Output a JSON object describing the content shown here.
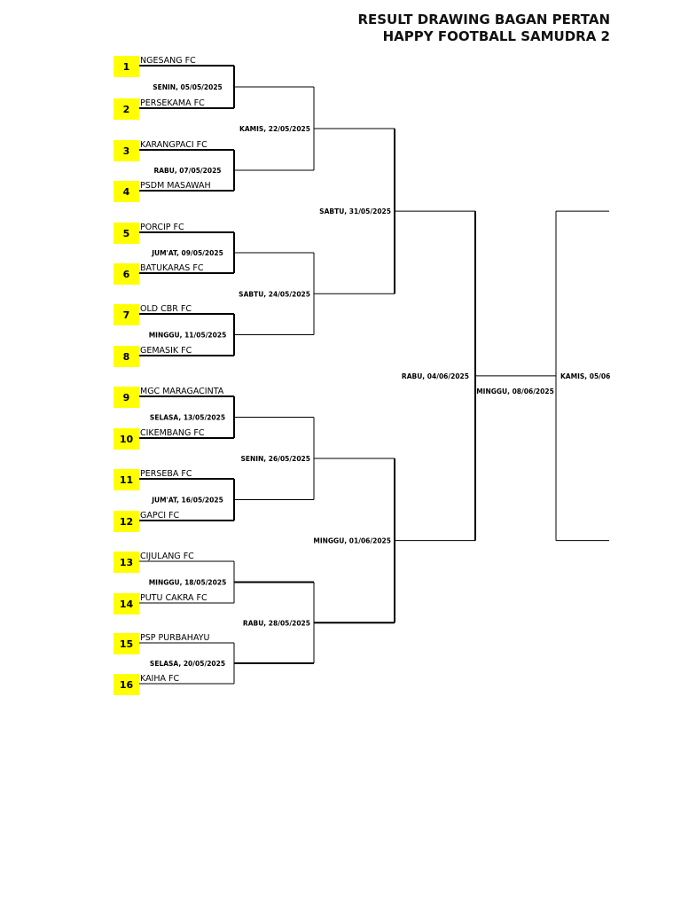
{
  "title": {
    "line1": "RESULT DRAWING BAGAN PERTAN",
    "line2": "HAPPY FOOTBALL SAMUDRA 2"
  },
  "colors": {
    "seed_highlight": "#ffff00",
    "lines": "#000000"
  },
  "teams": [
    {
      "seed": "1",
      "name": "NGESANG FC"
    },
    {
      "seed": "2",
      "name": "PERSEKAMA FC"
    },
    {
      "seed": "3",
      "name": "KARANGPACI FC"
    },
    {
      "seed": "4",
      "name": "PSDM MASAWAH"
    },
    {
      "seed": "5",
      "name": "PORCIP FC"
    },
    {
      "seed": "6",
      "name": "BATUKARAS FC"
    },
    {
      "seed": "7",
      "name": "OLD CBR FC"
    },
    {
      "seed": "8",
      "name": "GEMASIK FC"
    },
    {
      "seed": "9",
      "name": "MGC MARAGACINTA"
    },
    {
      "seed": "10",
      "name": "CIKEMBANG FC"
    },
    {
      "seed": "11",
      "name": "PERSEBA FC"
    },
    {
      "seed": "12",
      "name": "GAPCI FC"
    },
    {
      "seed": "13",
      "name": "CIJULANG FC"
    },
    {
      "seed": "14",
      "name": "PUTU CAKRA FC"
    },
    {
      "seed": "15",
      "name": "PSP PURBAHAYU"
    },
    {
      "seed": "16",
      "name": "KAIHA FC"
    }
  ],
  "round1_dates": [
    "SENIN, 05/05/2025",
    "RABU, 07/05/2025",
    "JUM'AT, 09/05/2025",
    "MINGGU, 11/05/2025",
    "SELASA, 13/05/2025",
    "JUM'AT, 16/05/2025",
    "MINGGU, 18/05/2025",
    "SELASA, 20/05/2025"
  ],
  "round2_dates": [
    "KAMIS, 22/05/2025",
    "SABTU, 24/05/2025",
    "SENIN, 26/05/2025",
    "RABU, 28/05/2025"
  ],
  "round3_dates": [
    "SABTU, 31/05/2025",
    "MINGGU, 01/06/2025"
  ],
  "round4_date": "RABU, 04/06/2025",
  "round4_extra_date": "MINGGU, 08/06/2025",
  "round5_date": "KAMIS, 05/06"
}
